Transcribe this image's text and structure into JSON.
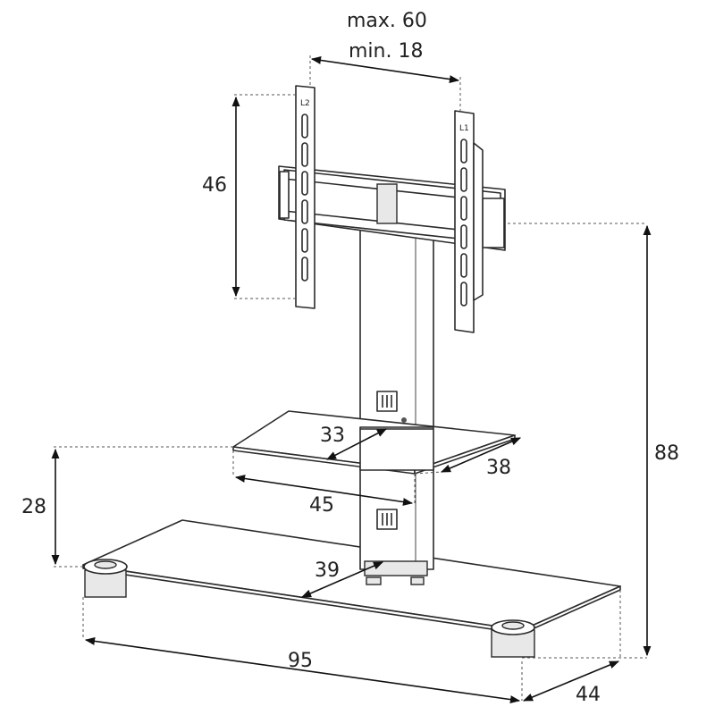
{
  "diagram": {
    "vesa_max_label": "max. 60",
    "vesa_min_label": "min. 18",
    "bracket_height_label": "46",
    "total_height_label": "88",
    "shelf_depth_label": "33",
    "shelf_side_label": "38",
    "shelf_width_label": "45",
    "shelf_height_label": "28",
    "base_depth_label": "39",
    "base_width_label": "95",
    "base_side_label": "44"
  }
}
